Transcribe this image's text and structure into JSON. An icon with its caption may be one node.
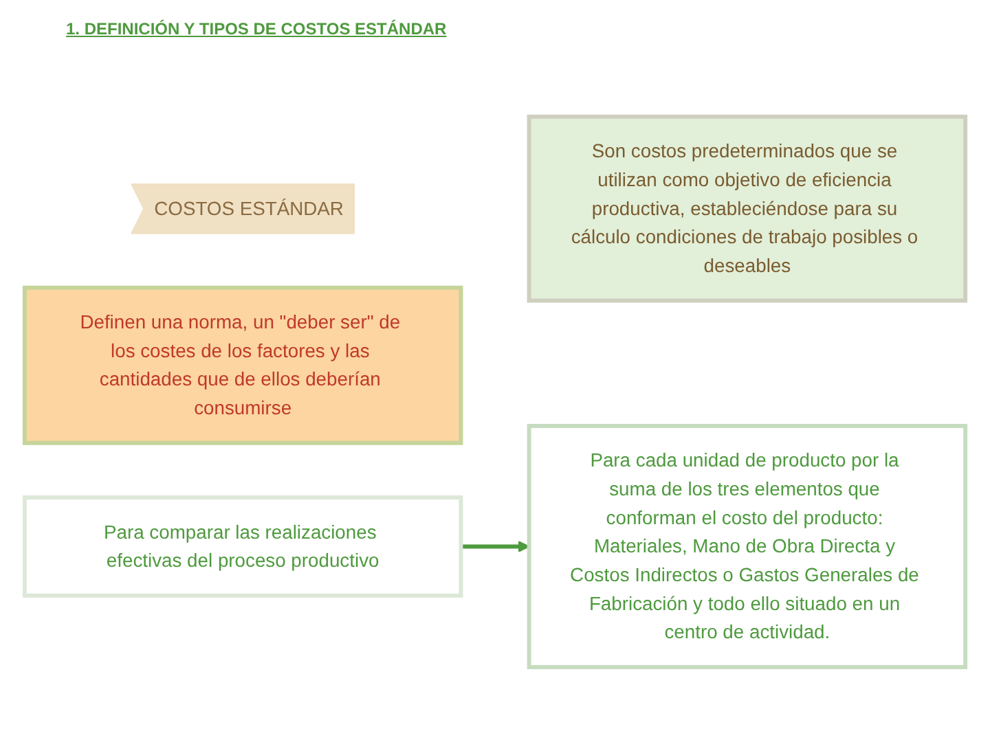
{
  "diagram": {
    "title": "1. DEFINICIÓN Y TIPOS DE COSTOS ESTÁNDAR",
    "nodes": [
      {
        "text": [
          "COSTOS ESTÁNDAR"
        ]
      },
      {
        "text": [
          "Son costos predeterminados que se utilizan como objetivo de eficiencia productiva, estableciéndose para su cálculo condiciones de trabajo posibles o deseables"
        ]
      },
      {
        "text": [
          "Definen una norma, un \"deber ser\" de los costes de los factores y las cantidades que de ellos deberían consumirse"
        ]
      },
      {
        "text": [
          "Para comparar las realizaciones efectivas del proceso productivo"
        ]
      },
      {
        "text": [
          "Para cada unidad de producto por la suma de los tres elementos que conforman el costo del producto: Materiales, Mano de Obra Directa y Costos Indirectos o Gastos Generales de Fabricación y todo ello situado en un centro de actividad."
        ]
      }
    ],
    "edges": [
      {
        "from": 3,
        "to": 4,
        "arrow": "to"
      }
    ]
  }
}
